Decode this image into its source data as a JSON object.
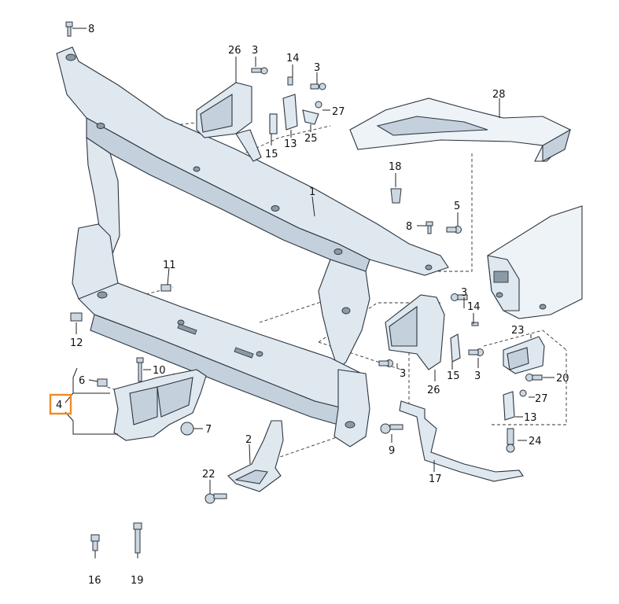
{
  "callouts": [
    {
      "id": "c8a",
      "text": "8"
    },
    {
      "id": "c26a",
      "text": "26"
    },
    {
      "id": "c3a",
      "text": "3"
    },
    {
      "id": "c14a",
      "text": "14"
    },
    {
      "id": "c3b",
      "text": "3"
    },
    {
      "id": "c27a",
      "text": "27"
    },
    {
      "id": "c15a",
      "text": "15"
    },
    {
      "id": "c13a",
      "text": "13"
    },
    {
      "id": "c25",
      "text": "25"
    },
    {
      "id": "c28",
      "text": "28"
    },
    {
      "id": "c1",
      "text": "1"
    },
    {
      "id": "c18",
      "text": "18"
    },
    {
      "id": "c8b",
      "text": "8"
    },
    {
      "id": "c5",
      "text": "5"
    },
    {
      "id": "c11",
      "text": "11"
    },
    {
      "id": "c12",
      "text": "12"
    },
    {
      "id": "c14b",
      "text": "14"
    },
    {
      "id": "c3c",
      "text": "3"
    },
    {
      "id": "c23",
      "text": "23"
    },
    {
      "id": "c3d",
      "text": "3"
    },
    {
      "id": "c26b",
      "text": "26"
    },
    {
      "id": "c15b",
      "text": "15"
    },
    {
      "id": "c3e",
      "text": "3"
    },
    {
      "id": "c20",
      "text": "20"
    },
    {
      "id": "c27b",
      "text": "27"
    },
    {
      "id": "c13b",
      "text": "13"
    },
    {
      "id": "c10",
      "text": "10"
    },
    {
      "id": "c6",
      "text": "6"
    },
    {
      "id": "c4",
      "text": "4"
    },
    {
      "id": "c7",
      "text": "7"
    },
    {
      "id": "c2",
      "text": "2"
    },
    {
      "id": "c9",
      "text": "9"
    },
    {
      "id": "c24",
      "text": "24"
    },
    {
      "id": "c17",
      "text": "17"
    },
    {
      "id": "c22",
      "text": "22"
    },
    {
      "id": "c16",
      "text": "16"
    },
    {
      "id": "c19",
      "text": "19"
    }
  ],
  "highlight": {
    "callout": "4",
    "color": "#f08a24"
  }
}
